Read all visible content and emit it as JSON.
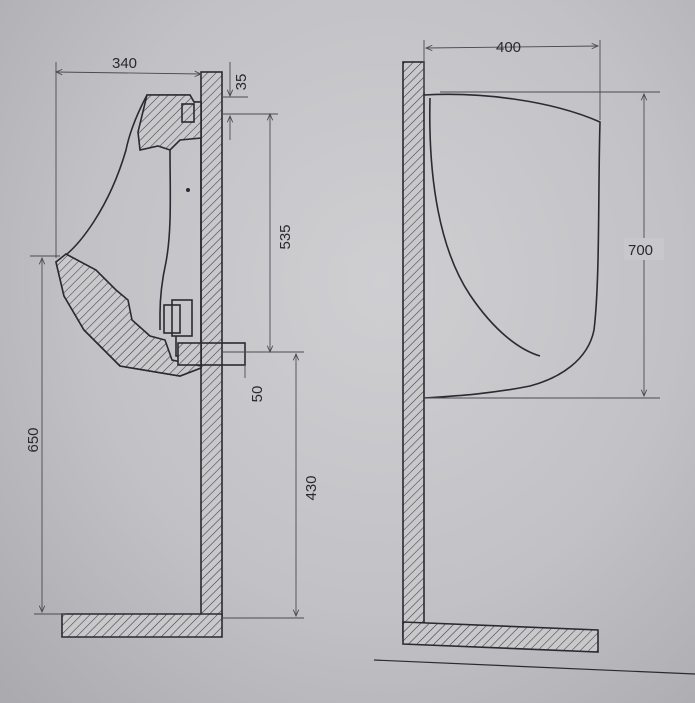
{
  "diagram": {
    "side_view": {
      "dimensions": {
        "depth": "340",
        "top_offset": "35",
        "inlet_to_outlet": "535",
        "outlet_pipe": "50",
        "rim_height": "650",
        "outlet_height": "430"
      }
    },
    "front_view": {
      "dimensions": {
        "width": "400",
        "height": "700"
      }
    }
  },
  "colors": {
    "ink": "#2a2a30",
    "paper": "#c6c6ca"
  }
}
